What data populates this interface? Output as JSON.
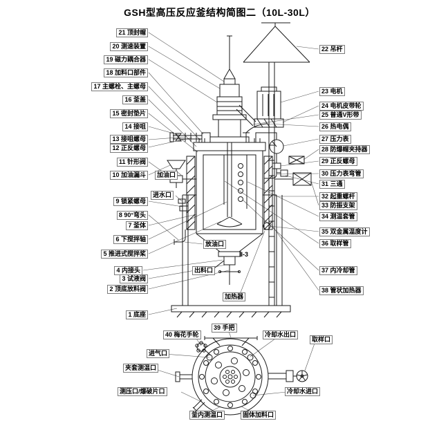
{
  "title": "GSH型高压反应釜结构简图二（10L-30L）",
  "left_labels": [
    "21 顶封帽",
    "20 测速装置",
    "19 磁力耦合器",
    "18 加料口部件",
    "17 主螺栓、主螺母",
    "16 釜盖",
    "15 密封垫片",
    "14 接咀",
    "13 接咀螺母",
    "12 正反螺母",
    "11 针形阀",
    "10 加油漏斗",
    "9 锁紧螺母",
    "8 90°弯头",
    "7 釜体",
    "6 下搅拌轴",
    "5 推进式搅拌桨",
    "4 内接头",
    "3 试液阀",
    "2 顶底放料阀",
    "1 底座"
  ],
  "right_labels": [
    "22 吊杆",
    "23 电机",
    "24 电机皮带轮",
    "25 普通V形带",
    "26 热电偶",
    "27 压力表",
    "28 防爆帽夹持器",
    "29 正反螺母",
    "30 压力表弯管",
    "31 三通",
    "32 起重螺杆",
    "33 防振支架",
    "34 测温套管",
    "35 双金属温度计",
    "36 取样管",
    "37 内冷却管",
    "38 管状加热器"
  ],
  "center_labels": [
    "加油口",
    "进水口",
    "放油口",
    "出料口",
    "II-3",
    "加热器"
  ],
  "bottom_labels": [
    "40 梅花手轮",
    "39 手把",
    "冷却水出口",
    "取样口",
    "进气口",
    "夹套测温口",
    "测压口/爆破片口",
    "冷却水进口",
    "釜内测温口",
    "固体加料口"
  ],
  "colors": {
    "line": "#1a1a1a",
    "leader": "#555555",
    "label_border": "#7a7a7a"
  }
}
